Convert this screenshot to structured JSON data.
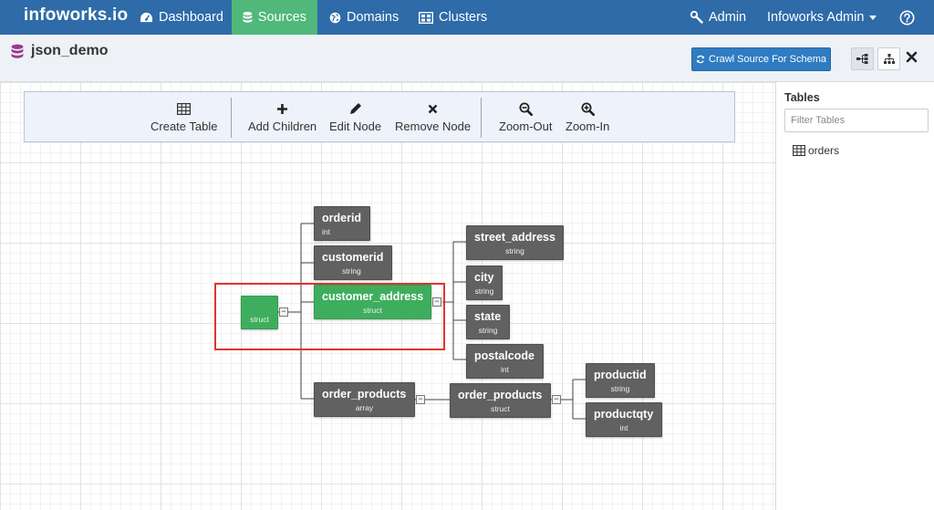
{
  "navbar": {
    "brand": "infoworks.io",
    "items": [
      {
        "label": "Dashboard",
        "icon": "dashboard-icon"
      },
      {
        "label": "Sources",
        "icon": "database-icon",
        "active": true
      },
      {
        "label": "Domains",
        "icon": "globe-icon"
      },
      {
        "label": "Clusters",
        "icon": "clusters-icon"
      }
    ],
    "admin": {
      "label": "Admin",
      "icon": "wrench-icon"
    },
    "user": {
      "label": "Infoworks Admin",
      "icon": "caret-down-icon"
    },
    "help_icon": "help-icon"
  },
  "header": {
    "title": "json_demo",
    "title_icon": "database-icon",
    "crawl_button": "Crawl Source For Schema",
    "crawl_icon": "refresh-icon"
  },
  "toolbar": {
    "create_table": "Create Table",
    "add_children": "Add Children",
    "edit_node": "Edit Node",
    "remove_node": "Remove Node",
    "zoom_out": "Zoom-Out",
    "zoom_in": "Zoom-In"
  },
  "tree": {
    "root": {
      "name": "",
      "type": "struct"
    },
    "orderid": {
      "name": "orderid",
      "type": "int"
    },
    "customerid": {
      "name": "customerid",
      "type": "string"
    },
    "customer_address": {
      "name": "customer_address",
      "type": "struct"
    },
    "street_address": {
      "name": "street_address",
      "type": "string"
    },
    "city": {
      "name": "city",
      "type": "string"
    },
    "state": {
      "name": "state",
      "type": "string"
    },
    "postalcode": {
      "name": "postalcode",
      "type": "int"
    },
    "order_products": {
      "name": "order_products",
      "type": "array"
    },
    "order_products_item": {
      "name": "order_products",
      "type": "struct"
    },
    "productid": {
      "name": "productid",
      "type": "string"
    },
    "productqty": {
      "name": "productqty",
      "type": "int"
    },
    "collapse_symbol": "−"
  },
  "panel": {
    "title": "Tables",
    "filter_placeholder": "Filter Tables",
    "tables": [
      "orders"
    ]
  },
  "colors": {
    "navbar": "#2e6ba8",
    "active_nav": "#4fb87a",
    "node": "#616161",
    "selected_node": "#3eae5e",
    "highlight": "#e0342d",
    "button": "#2f7cc2"
  }
}
